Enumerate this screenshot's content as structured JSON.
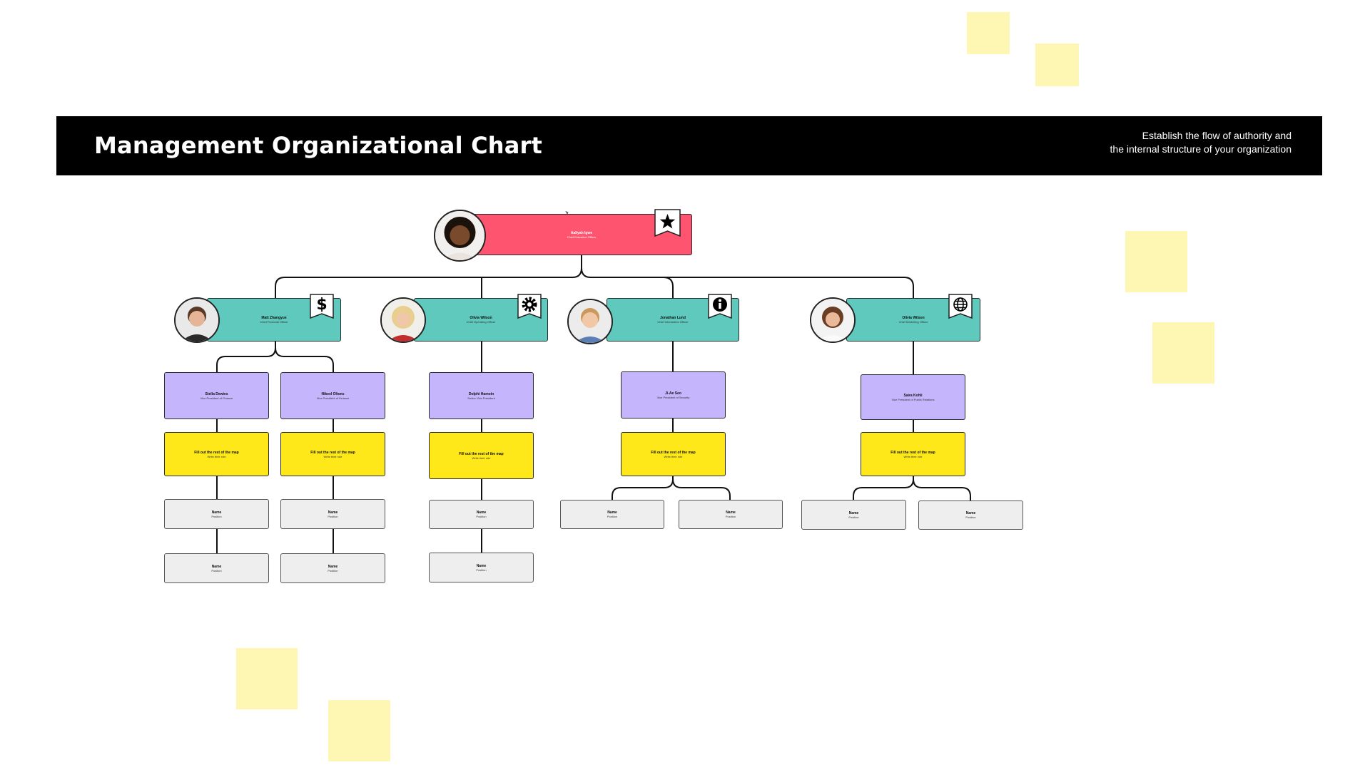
{
  "header": {
    "title": "Management Organizational Chart",
    "subtitle_line1": "Establish the flow of authority and",
    "subtitle_line2": "the internal structure of your organization"
  },
  "ceo": {
    "name": "Aaliyah Igwe",
    "position": "Chief Executive Officer",
    "icon": "star-icon"
  },
  "executives": [
    {
      "name": "Matt Zhangyue",
      "position": "Chief Financial Officer",
      "icon": "dollar-icon"
    },
    {
      "name": "Olivia Wilson",
      "position": "Chief Operating Officer",
      "icon": "gear-icon"
    },
    {
      "name": "Jonathan Lund",
      "position": "Chief Information Officer",
      "icon": "info-icon"
    },
    {
      "name": "Olivia Wilson",
      "position": "Chief Marketing Officer",
      "icon": "globe-icon"
    }
  ],
  "vps": [
    {
      "name": "Stella Dewies",
      "position": "Vice President of Finance"
    },
    {
      "name": "Nikeel Oltons",
      "position": "Vice President of Finance"
    },
    {
      "name": "Dolphi Hamoin",
      "position": "Senior Vice President"
    },
    {
      "name": "Ji-Ae Seo",
      "position": "Vice President of Security"
    },
    {
      "name": "Saira Kohli",
      "position": "Vice President of Public Relations"
    }
  ],
  "duty": {
    "title": "Fill out the rest of the map",
    "subtitle": "Write their role"
  },
  "slot": {
    "name": "Name",
    "position": "Position"
  },
  "colors": {
    "ceo": "#ff5470",
    "executive": "#5fc9bd",
    "vp": "#c4b5fd",
    "duty": "#ffe81a",
    "slot": "#eeeeee",
    "sticky": "#fdf7b3"
  }
}
